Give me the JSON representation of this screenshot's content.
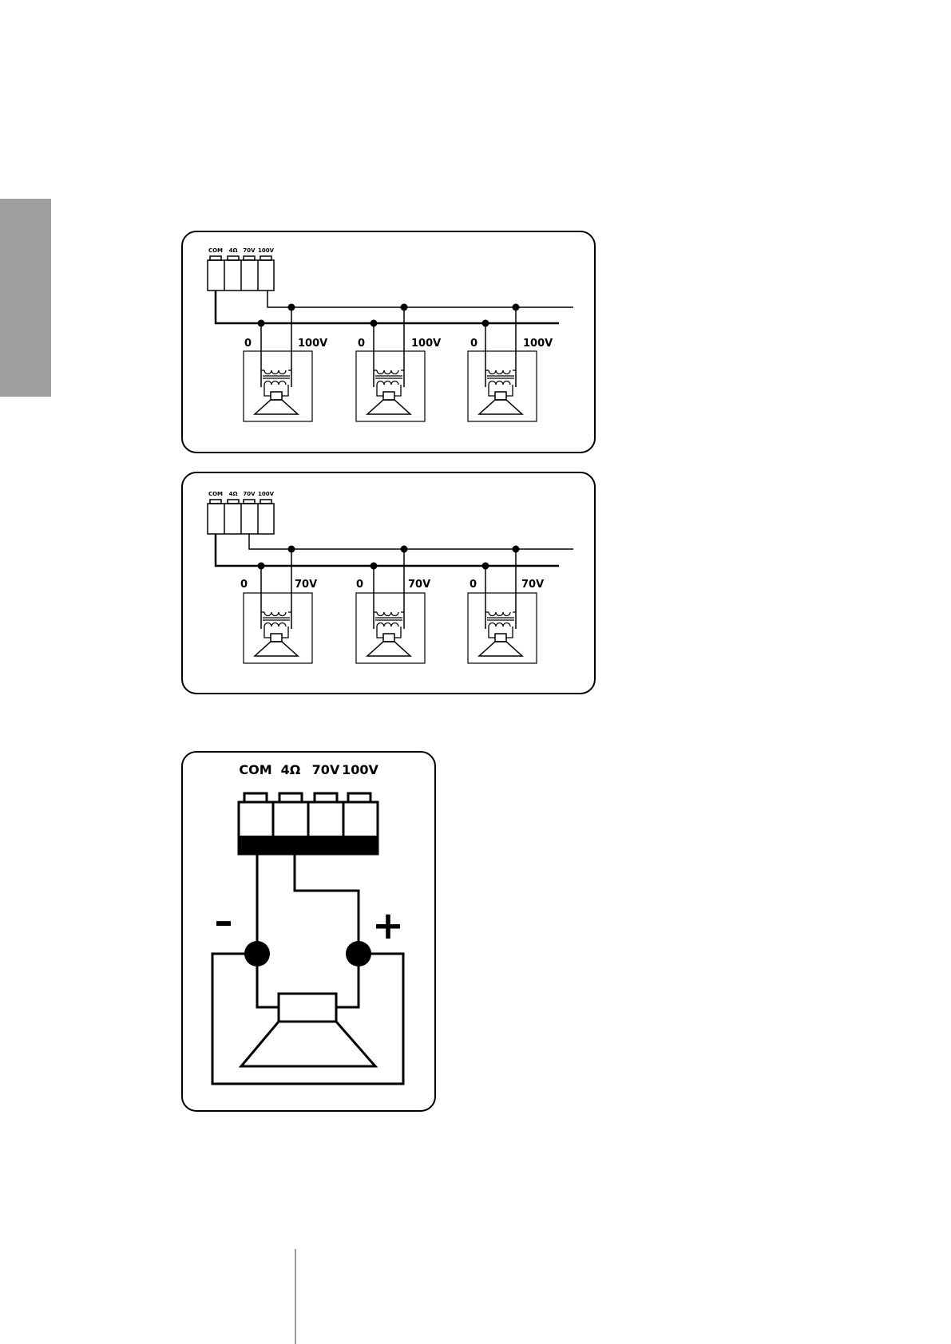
{
  "terminals": [
    "COM",
    "4Ω",
    "70V",
    "100V"
  ],
  "diagram_100v": {
    "tap_labels": [
      {
        "zero": "0",
        "tap": "100V"
      },
      {
        "zero": "0",
        "tap": "100V"
      },
      {
        "zero": "0",
        "tap": "100V"
      }
    ]
  },
  "diagram_70v": {
    "tap_labels": [
      {
        "zero": "0",
        "tap": "70V"
      },
      {
        "zero": "0",
        "tap": "70V"
      },
      {
        "zero": "0",
        "tap": "70V"
      }
    ]
  },
  "diagram_4ohm": {
    "minus_sign": "–",
    "plus_sign": "+"
  }
}
